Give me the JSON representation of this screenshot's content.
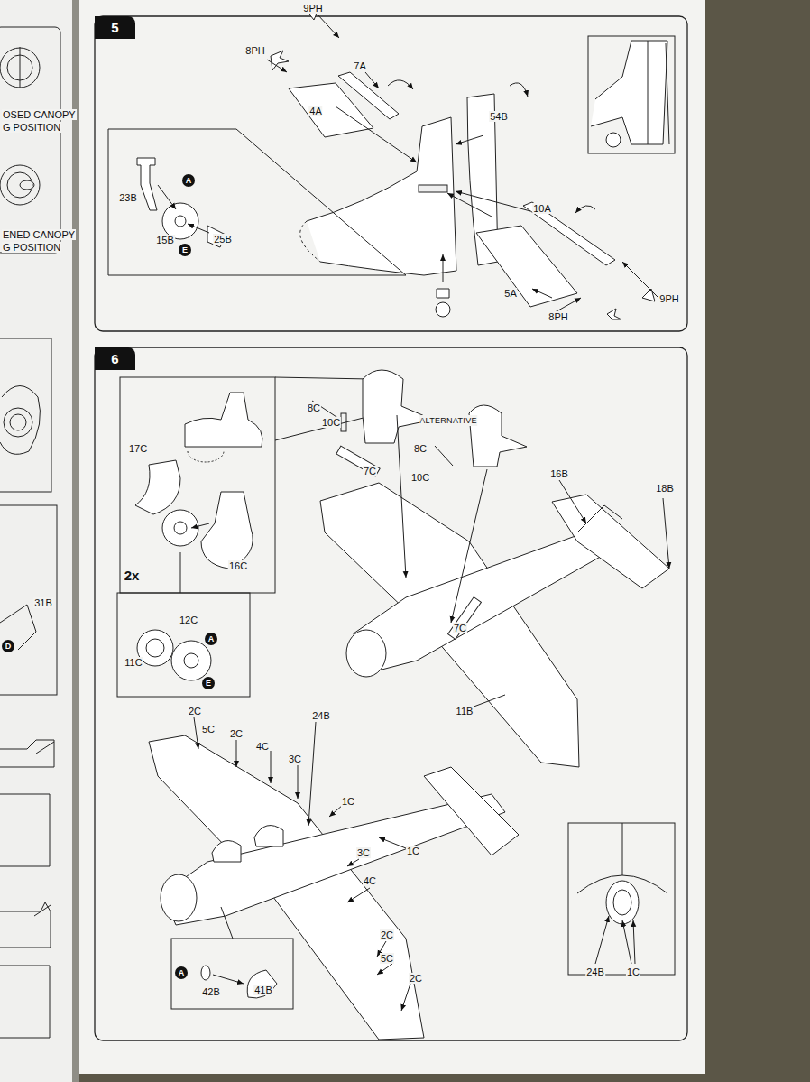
{
  "diagram": {
    "nodes": [
      {
        "text": [
          "5"
        ]
      },
      {
        "text": [
          "A"
        ]
      },
      {
        "text": [
          "E"
        ]
      },
      {
        "text": [
          "D"
        ]
      },
      {
        "text": [
          "6"
        ]
      },
      {
        "text": [
          "A"
        ]
      },
      {
        "text": [
          "E"
        ]
      },
      {
        "text": [
          "A"
        ]
      }
    ],
    "labels": [
      "OSED CANOPY",
      "G POSITION",
      "ENED CANOPY",
      "G POSITION",
      "31B",
      "9PH",
      "8PH",
      "7A",
      "4A",
      "54B",
      "23B",
      "15B",
      "25B",
      "10A",
      "5A",
      "8PH",
      "9PH",
      "8C",
      "10C",
      "ALTERNATIVE",
      "8C",
      "10C",
      "17C",
      "7C",
      "16B",
      "18B",
      "16C",
      "2x",
      "12C",
      "7C",
      "11C",
      "11B",
      "2C",
      "24B",
      "5C",
      "2C",
      "4C",
      "3C",
      "1C",
      "3C",
      "1C",
      "4C",
      "2C",
      "5C",
      "2C",
      "41B",
      "42B",
      "24B",
      "1C"
    ]
  }
}
